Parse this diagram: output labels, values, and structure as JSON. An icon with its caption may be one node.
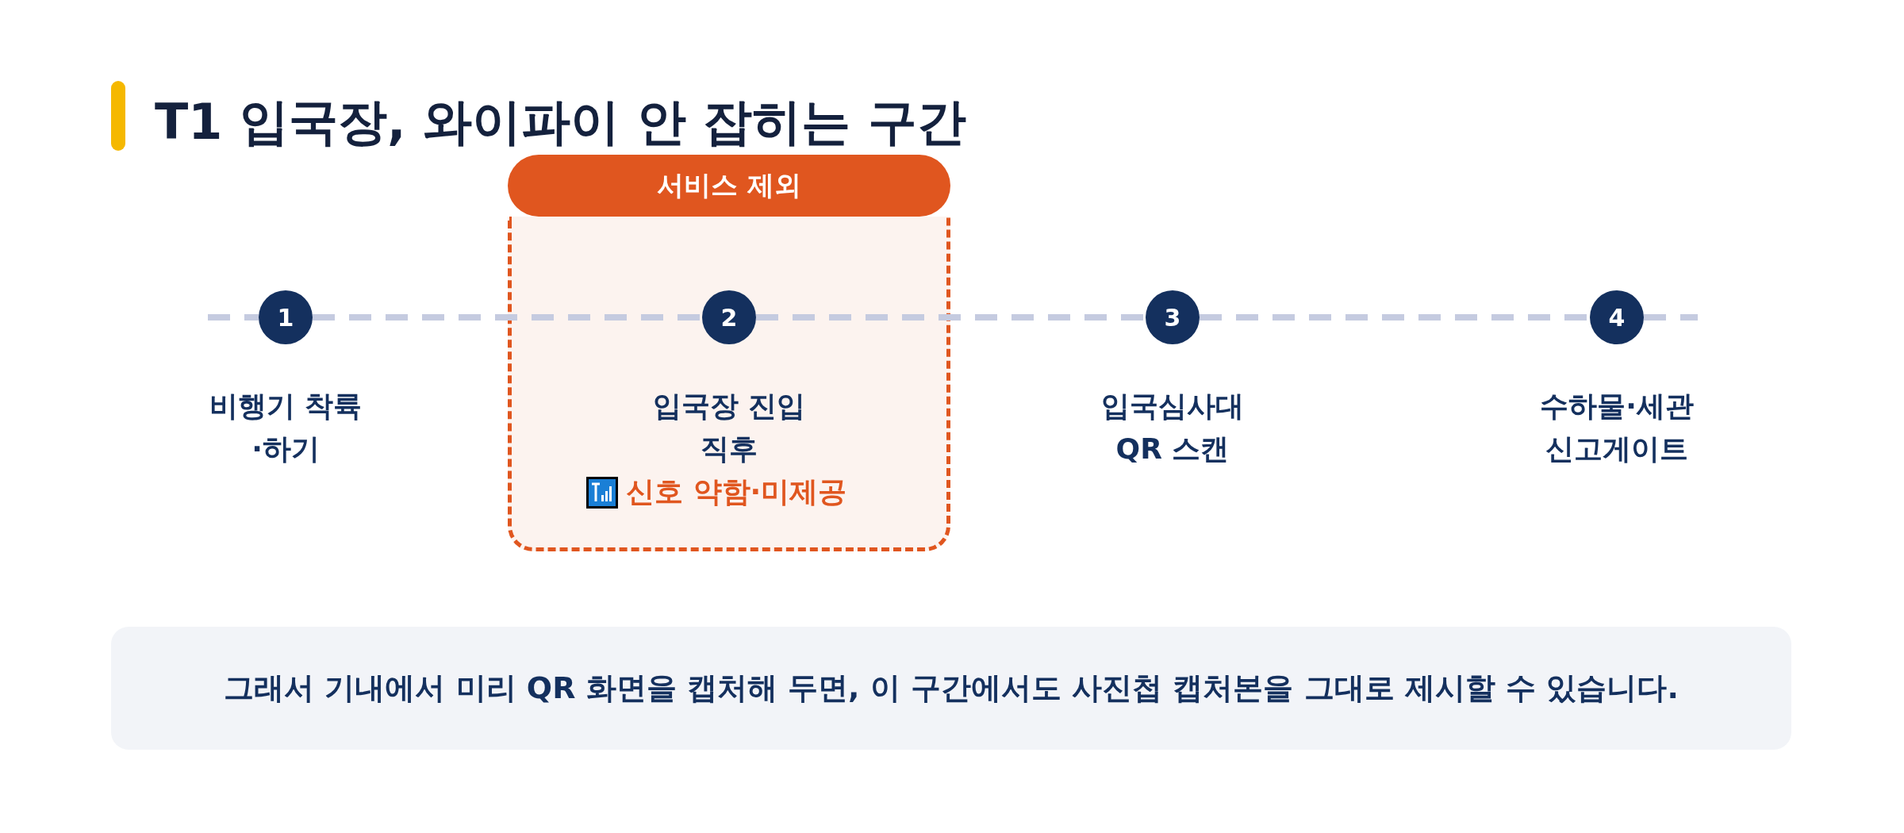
{
  "diagram": {
    "title": "T1 입국장, 와이파이 안 잡히는 구간",
    "nodes": [
      {
        "text": [
          "1"
        ],
        "beside": [
          "비행기 착륙·하기"
        ]
      },
      {
        "text": [
          "서비스 제외"
        ]
      },
      {
        "text": [
          "2"
        ],
        "in": 1,
        "beside": [
          "입국장 진입 직후",
          "신호 약함·미제공"
        ]
      },
      {
        "text": [
          "3"
        ],
        "beside": [
          "입국심사대 QR 스캔"
        ]
      },
      {
        "text": [
          "4"
        ],
        "beside": [
          "수하물·세관 신고게이트"
        ]
      }
    ],
    "edges": [
      {
        "from": 0,
        "to": 2,
        "arrow": "none",
        "style": "dashed"
      },
      {
        "from": 2,
        "to": 3,
        "arrow": "none",
        "style": "dashed"
      },
      {
        "from": 3,
        "to": 4,
        "arrow": "none",
        "style": "dashed"
      }
    ],
    "labels": [
      "그래서 기내에서 미리 QR 화면을 캡처해 두면, 이 구간에서도 사진첩 캡처본을 그대로 제시할 수 있습니다."
    ]
  }
}
